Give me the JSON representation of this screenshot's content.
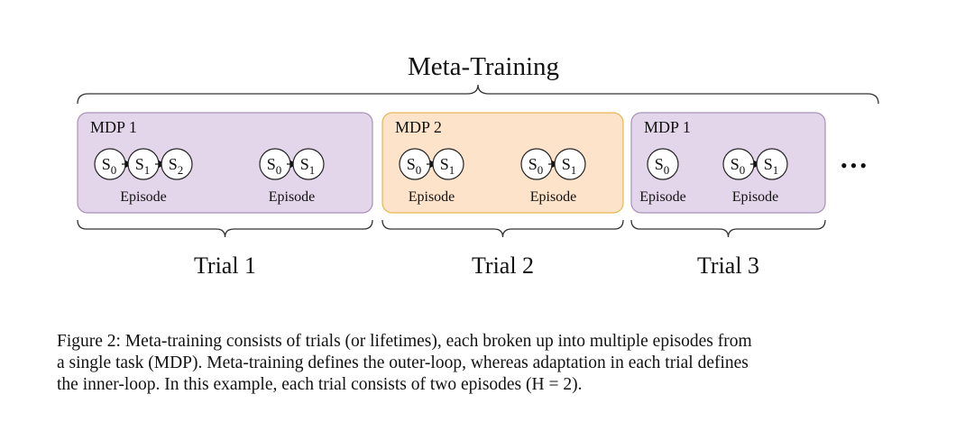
{
  "title": "Meta-Training",
  "trials": [
    {
      "label": "Trial 1",
      "mdp_label": "MDP 1",
      "fill": "#e4d6ea",
      "stroke": "#a890b7",
      "episodes": [
        {
          "label": "Episode",
          "states": [
            [
              "S",
              "0"
            ],
            [
              "S",
              "1"
            ],
            [
              "S",
              "2"
            ]
          ]
        },
        {
          "label": "Episode",
          "states": [
            [
              "S",
              "0"
            ],
            [
              "S",
              "1"
            ]
          ]
        }
      ]
    },
    {
      "label": "Trial 2",
      "mdp_label": "MDP 2",
      "fill": "#fde3c9",
      "stroke": "#e7b654",
      "episodes": [
        {
          "label": "Episode",
          "states": [
            [
              "S",
              "0"
            ],
            [
              "S",
              "1"
            ]
          ]
        },
        {
          "label": "Episode",
          "states": [
            [
              "S",
              "0"
            ],
            [
              "S",
              "1"
            ]
          ]
        }
      ]
    },
    {
      "label": "Trial 3",
      "mdp_label": "MDP 1",
      "fill": "#e4d6ea",
      "stroke": "#a890b7",
      "episodes": [
        {
          "label": "Episode",
          "states": [
            [
              "S",
              "0"
            ]
          ]
        },
        {
          "label": "Episode",
          "states": [
            [
              "S",
              "0"
            ],
            [
              "S",
              "1"
            ]
          ]
        }
      ]
    }
  ],
  "ellipsis": "•••",
  "caption": {
    "lines": [
      "Figure 2: Meta-training consists of trials (or lifetimes), each broken up into multiple episodes from",
      "a single task (MDP). Meta-training defines the outer-loop, whereas adaptation in each trial defines",
      "the inner-loop. In this example, each trial consists of two episodes (H = 2)."
    ]
  }
}
